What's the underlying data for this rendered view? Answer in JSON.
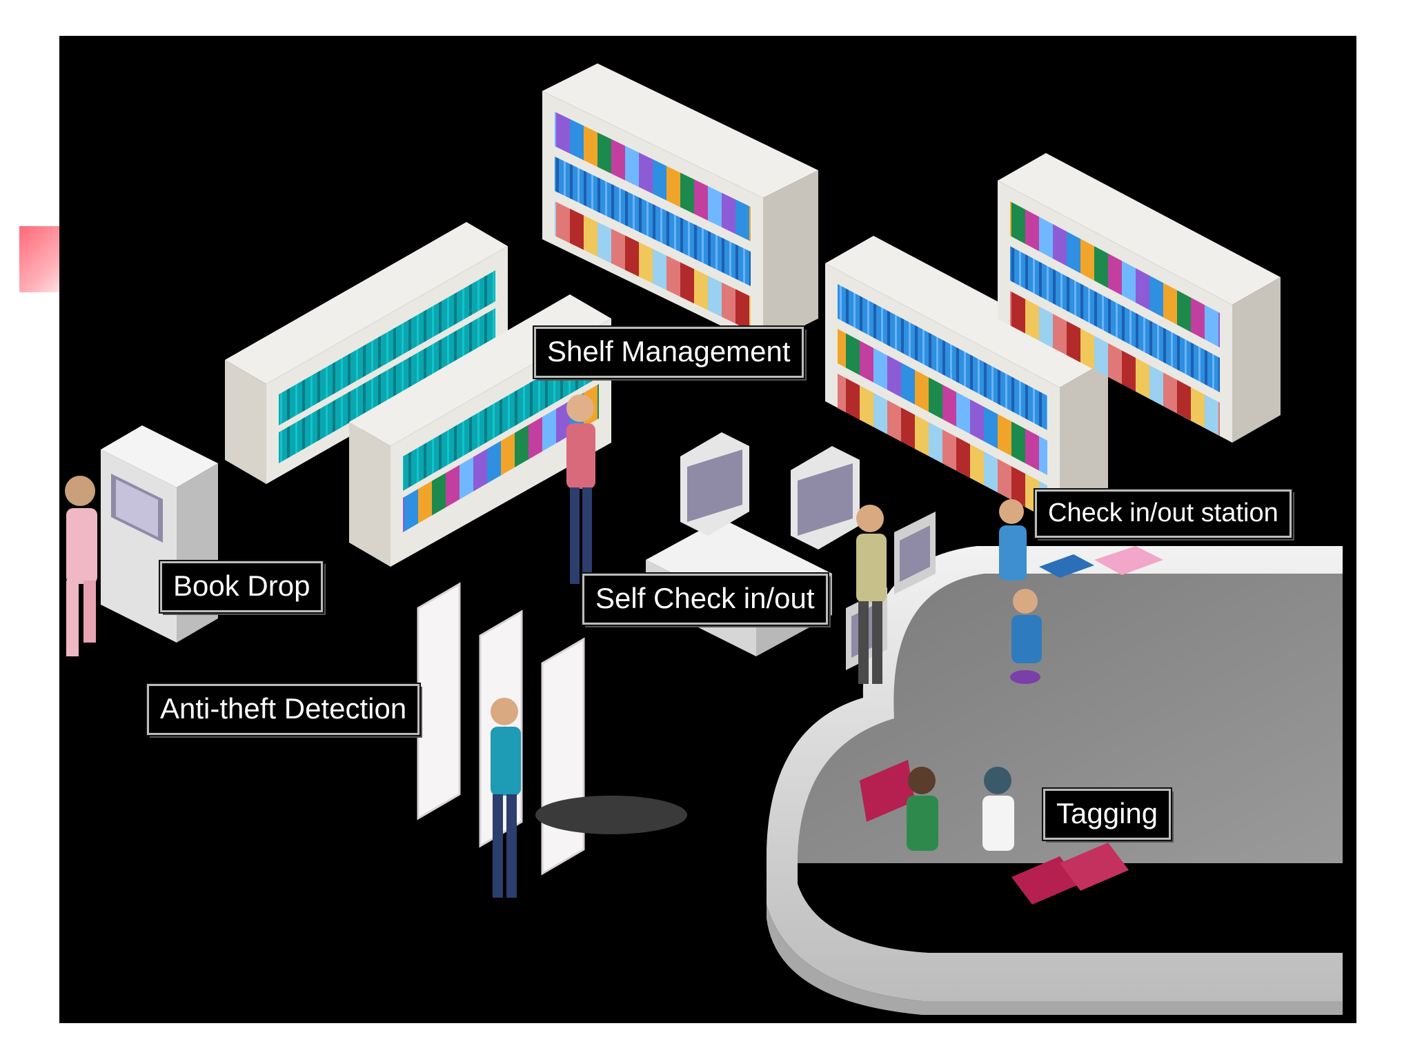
{
  "labels": {
    "shelf_management": "Shelf Management",
    "book_drop": "Book Drop",
    "self_check": "Self Check in/out",
    "check_station": "Check in/out station",
    "anti_theft": "Anti-theft Detection",
    "tagging": "Tagging"
  },
  "colors": {
    "background": "#000000",
    "shelf": "#e8e6e2",
    "shelf_side": "#c9c4bb",
    "desk": "#d9d9d9",
    "accent": "#ff6a78"
  }
}
